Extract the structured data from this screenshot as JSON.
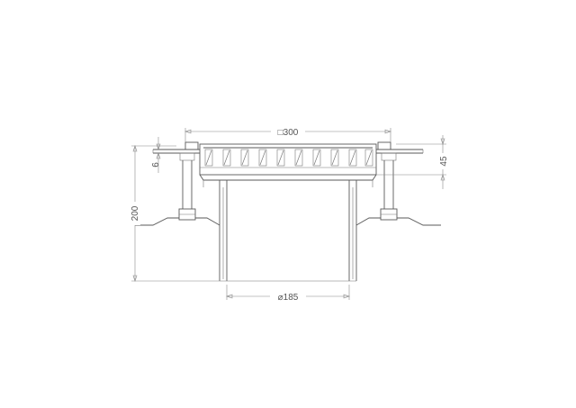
{
  "drawing": {
    "dimensions": {
      "grate_size": "□300",
      "pipe_diameter": "⌀185",
      "total_height": "200",
      "flange_thickness": "6",
      "grate_height": "45"
    },
    "colors": {
      "line": "#5a5a5a",
      "dimension": "#888888",
      "background": "#ffffff"
    }
  }
}
